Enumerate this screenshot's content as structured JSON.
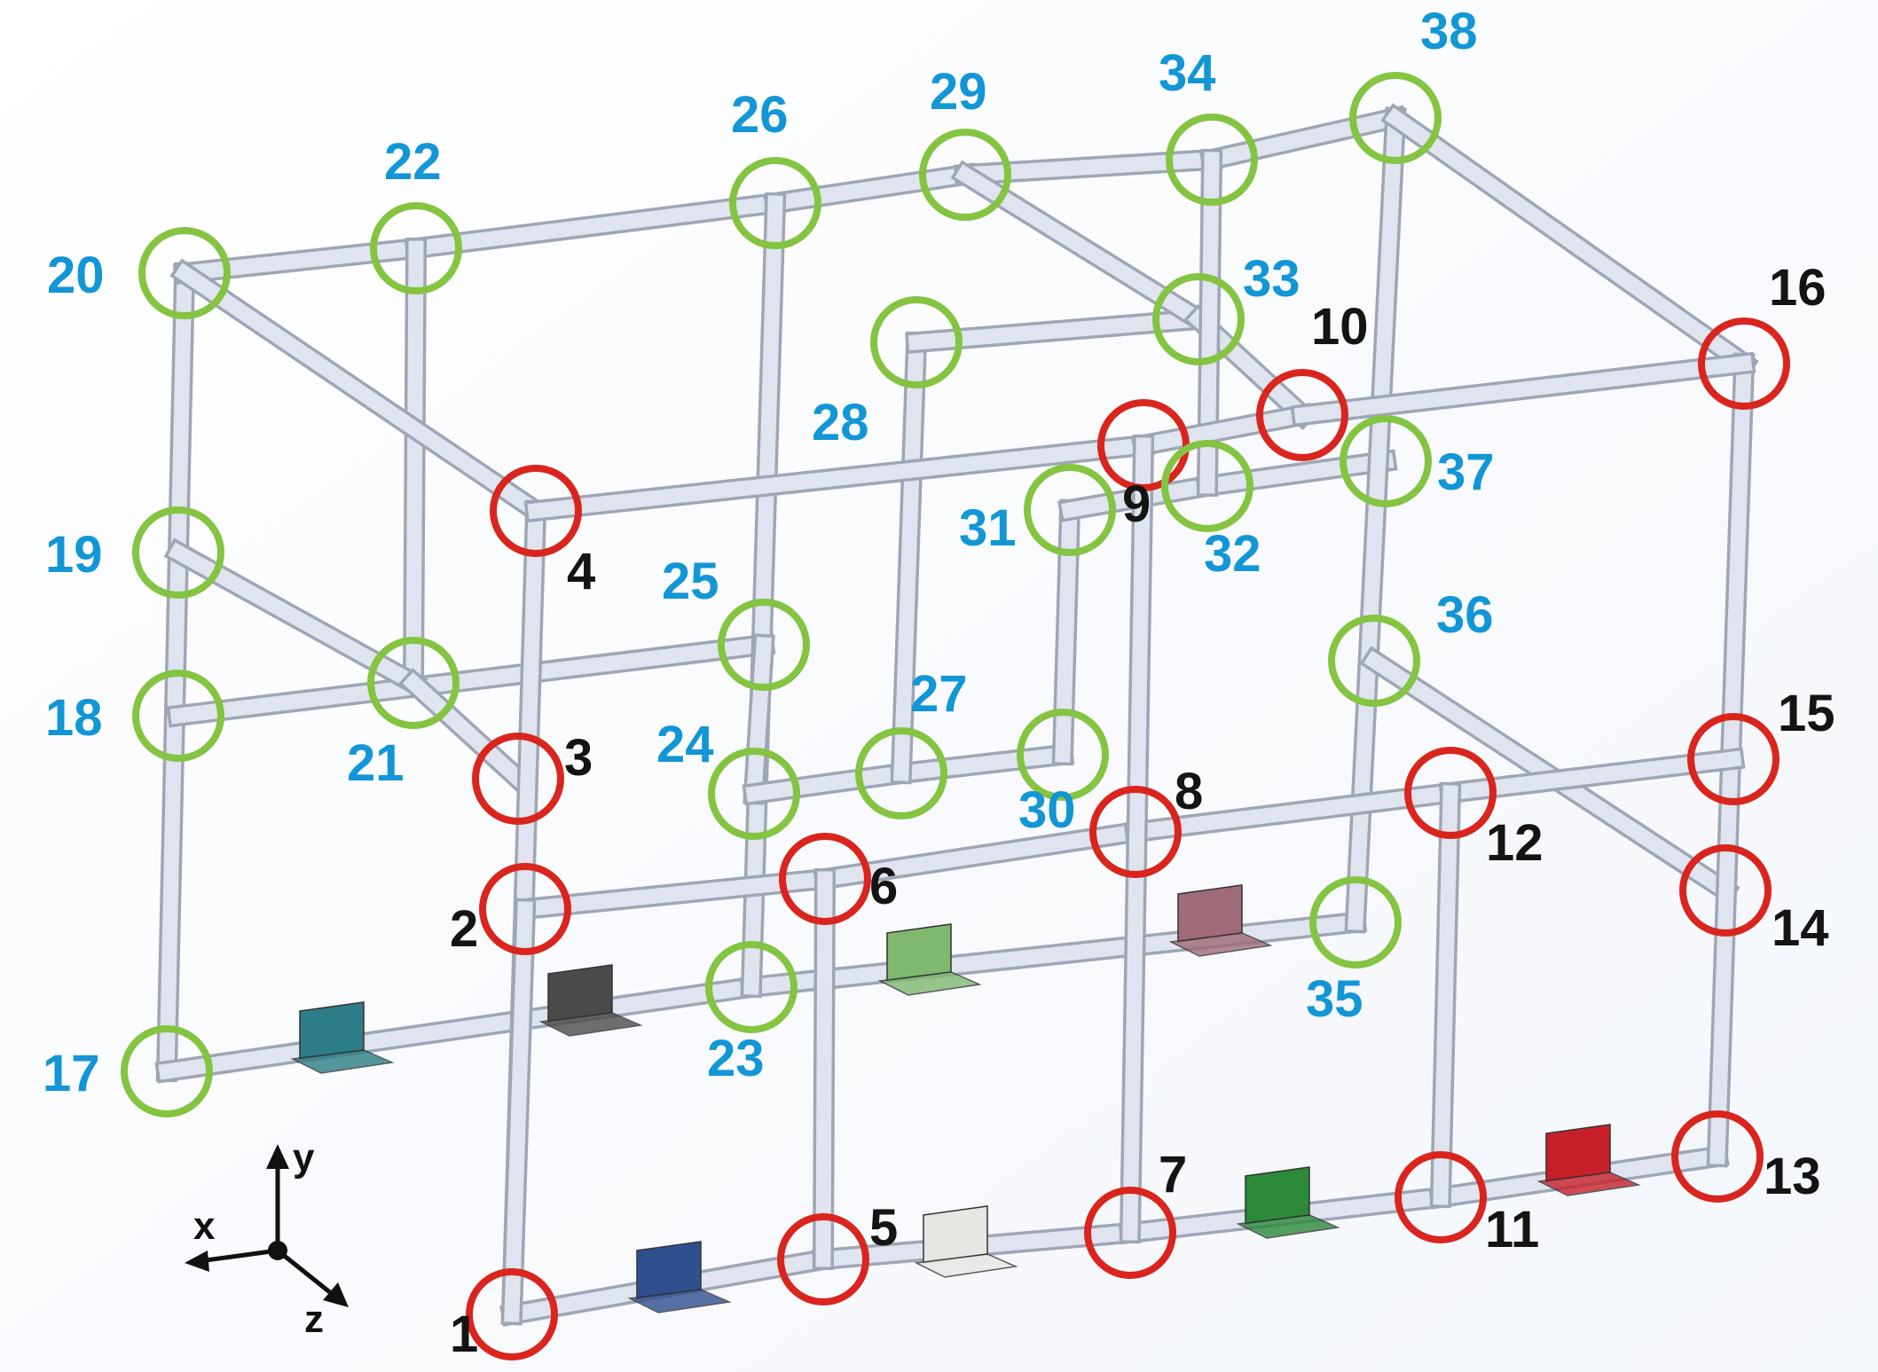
{
  "colors": {
    "red_marker": "#d9251d",
    "green_marker": "#84c441",
    "black_label": "#141414",
    "blue_label": "#1296d6",
    "beam": "#dfe4ee",
    "bracket_colors": [
      "#2f4f8f",
      "#e6e6e2",
      "#2b8a3a",
      "#c8202a",
      "#2c7d86",
      "#4a4a4a",
      "#7fb86f",
      "#a06a78"
    ]
  },
  "axes": {
    "x": "x",
    "y": "y",
    "z": "z"
  },
  "red_joints": [
    "1",
    "2",
    "3",
    "4",
    "5",
    "6",
    "7",
    "8",
    "9",
    "10",
    "11",
    "12",
    "13",
    "14",
    "15",
    "16"
  ],
  "green_joints": [
    "17",
    "18",
    "19",
    "20",
    "21",
    "22",
    "23",
    "24",
    "25",
    "26",
    "27",
    "28",
    "29",
    "30",
    "31",
    "32",
    "33",
    "34",
    "35",
    "36",
    "37",
    "38"
  ]
}
